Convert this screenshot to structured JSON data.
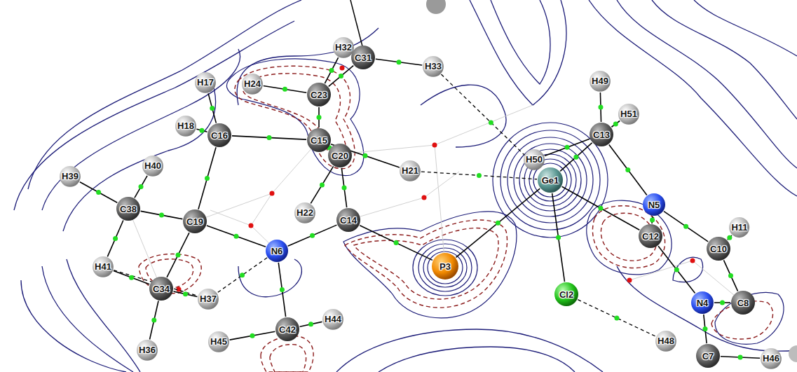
{
  "diagram": {
    "nodes": [
      {
        "text": [
          "H32"
        ]
      },
      {
        "text": [
          "C31"
        ]
      },
      {
        "text": [
          "H24"
        ]
      },
      {
        "text": [
          "C23"
        ]
      },
      {
        "text": [
          "H33"
        ]
      },
      {
        "text": [
          "H17"
        ]
      },
      {
        "text": [
          "H49"
        ]
      },
      {
        "text": [
          "H51"
        ]
      },
      {
        "text": [
          "H18"
        ]
      },
      {
        "text": [
          "C16"
        ]
      },
      {
        "text": [
          "C15"
        ]
      },
      {
        "text": [
          "C20"
        ]
      },
      {
        "text": [
          "C13"
        ]
      },
      {
        "text": [
          "H40"
        ]
      },
      {
        "text": [
          "H50"
        ]
      },
      {
        "text": [
          "Ge1"
        ]
      },
      {
        "text": [
          "H39"
        ]
      },
      {
        "text": [
          "H21"
        ]
      },
      {
        "text": [
          "C38"
        ]
      },
      {
        "text": [
          "C19"
        ]
      },
      {
        "text": [
          "N5"
        ]
      },
      {
        "text": [
          "H22"
        ]
      },
      {
        "text": [
          "C14"
        ]
      },
      {
        "text": [
          "C12"
        ]
      },
      {
        "text": [
          "H11"
        ]
      },
      {
        "text": [
          "C10"
        ]
      },
      {
        "text": [
          "N6"
        ]
      },
      {
        "text": [
          "P3"
        ]
      },
      {
        "text": [
          "Cl2"
        ]
      },
      {
        "text": [
          "H41"
        ]
      },
      {
        "text": [
          "C34"
        ]
      },
      {
        "text": [
          "H37"
        ]
      },
      {
        "text": [
          "N4"
        ]
      },
      {
        "text": [
          "C8"
        ]
      },
      {
        "text": [
          "H44"
        ]
      },
      {
        "text": [
          "C42"
        ]
      },
      {
        "text": [
          "H48"
        ]
      },
      {
        "text": [
          "H36"
        ]
      },
      {
        "text": [
          "H45"
        ]
      },
      {
        "text": [
          "C7"
        ]
      },
      {
        "text": [
          "H46"
        ]
      }
    ],
    "edges": [
      {
        "from": 3,
        "to": 0,
        "arrow": "none"
      },
      {
        "from": 3,
        "to": 2,
        "arrow": "none"
      },
      {
        "from": 3,
        "to": 1,
        "arrow": "none"
      },
      {
        "from": 1,
        "to": 4,
        "arrow": "none"
      },
      {
        "from": 3,
        "to": 10,
        "arrow": "none"
      },
      {
        "from": 10,
        "to": 9,
        "arrow": "none"
      },
      {
        "from": 10,
        "to": 11,
        "arrow": "none"
      },
      {
        "from": 11,
        "to": 22,
        "arrow": "none"
      },
      {
        "from": 10,
        "to": 17,
        "arrow": "none"
      },
      {
        "from": 9,
        "to": 5,
        "arrow": "none"
      },
      {
        "from": 9,
        "to": 8,
        "arrow": "none"
      },
      {
        "from": 9,
        "to": 19,
        "arrow": "none"
      },
      {
        "from": 19,
        "to": 18,
        "arrow": "none"
      },
      {
        "from": 18,
        "to": 16,
        "arrow": "none"
      },
      {
        "from": 18,
        "to": 13,
        "arrow": "none"
      },
      {
        "from": 29,
        "to": 30,
        "arrow": "none"
      },
      {
        "from": 19,
        "to": 30,
        "arrow": "none"
      },
      {
        "from": 19,
        "to": 26,
        "arrow": "none"
      },
      {
        "from": 30,
        "to": 37,
        "arrow": "none"
      },
      {
        "from": 30,
        "to": 31,
        "arrow": "none"
      },
      {
        "from": 26,
        "to": 22,
        "arrow": "none"
      },
      {
        "from": 26,
        "to": 35,
        "arrow": "none"
      },
      {
        "from": 35,
        "to": 34,
        "arrow": "none"
      },
      {
        "from": 35,
        "to": 38,
        "arrow": "none"
      },
      {
        "from": 22,
        "to": 27,
        "arrow": "none"
      },
      {
        "from": 27,
        "to": 15,
        "arrow": "none"
      },
      {
        "from": 15,
        "to": 28,
        "arrow": "none"
      },
      {
        "from": 15,
        "to": 12,
        "arrow": "none"
      },
      {
        "from": 15,
        "to": 23,
        "arrow": "none"
      },
      {
        "from": 12,
        "to": 6,
        "arrow": "none"
      },
      {
        "from": 12,
        "to": 7,
        "arrow": "none"
      },
      {
        "from": 12,
        "to": 14,
        "arrow": "none"
      },
      {
        "from": 12,
        "to": 20,
        "arrow": "none"
      },
      {
        "from": 20,
        "to": 23,
        "arrow": "none"
      },
      {
        "from": 20,
        "to": 25,
        "arrow": "none"
      },
      {
        "from": 25,
        "to": 24,
        "arrow": "none"
      },
      {
        "from": 25,
        "to": 33,
        "arrow": "none"
      },
      {
        "from": 23,
        "to": 32,
        "arrow": "none"
      },
      {
        "from": 32,
        "to": 33,
        "arrow": "none"
      },
      {
        "from": 32,
        "to": 39,
        "arrow": "none"
      },
      {
        "from": 39,
        "to": 40,
        "arrow": "none"
      },
      {
        "from": 21,
        "to": 11,
        "arrow": "none"
      },
      {
        "from": 18,
        "to": 29,
        "arrow": "none"
      },
      {
        "from": 4,
        "to": 15,
        "arrow": "none"
      },
      {
        "from": 17,
        "to": 15,
        "arrow": "none"
      },
      {
        "from": 26,
        "to": 31,
        "arrow": "none"
      },
      {
        "from": 29,
        "to": 31,
        "arrow": "none"
      },
      {
        "from": 28,
        "to": 36,
        "arrow": "none"
      }
    ]
  }
}
